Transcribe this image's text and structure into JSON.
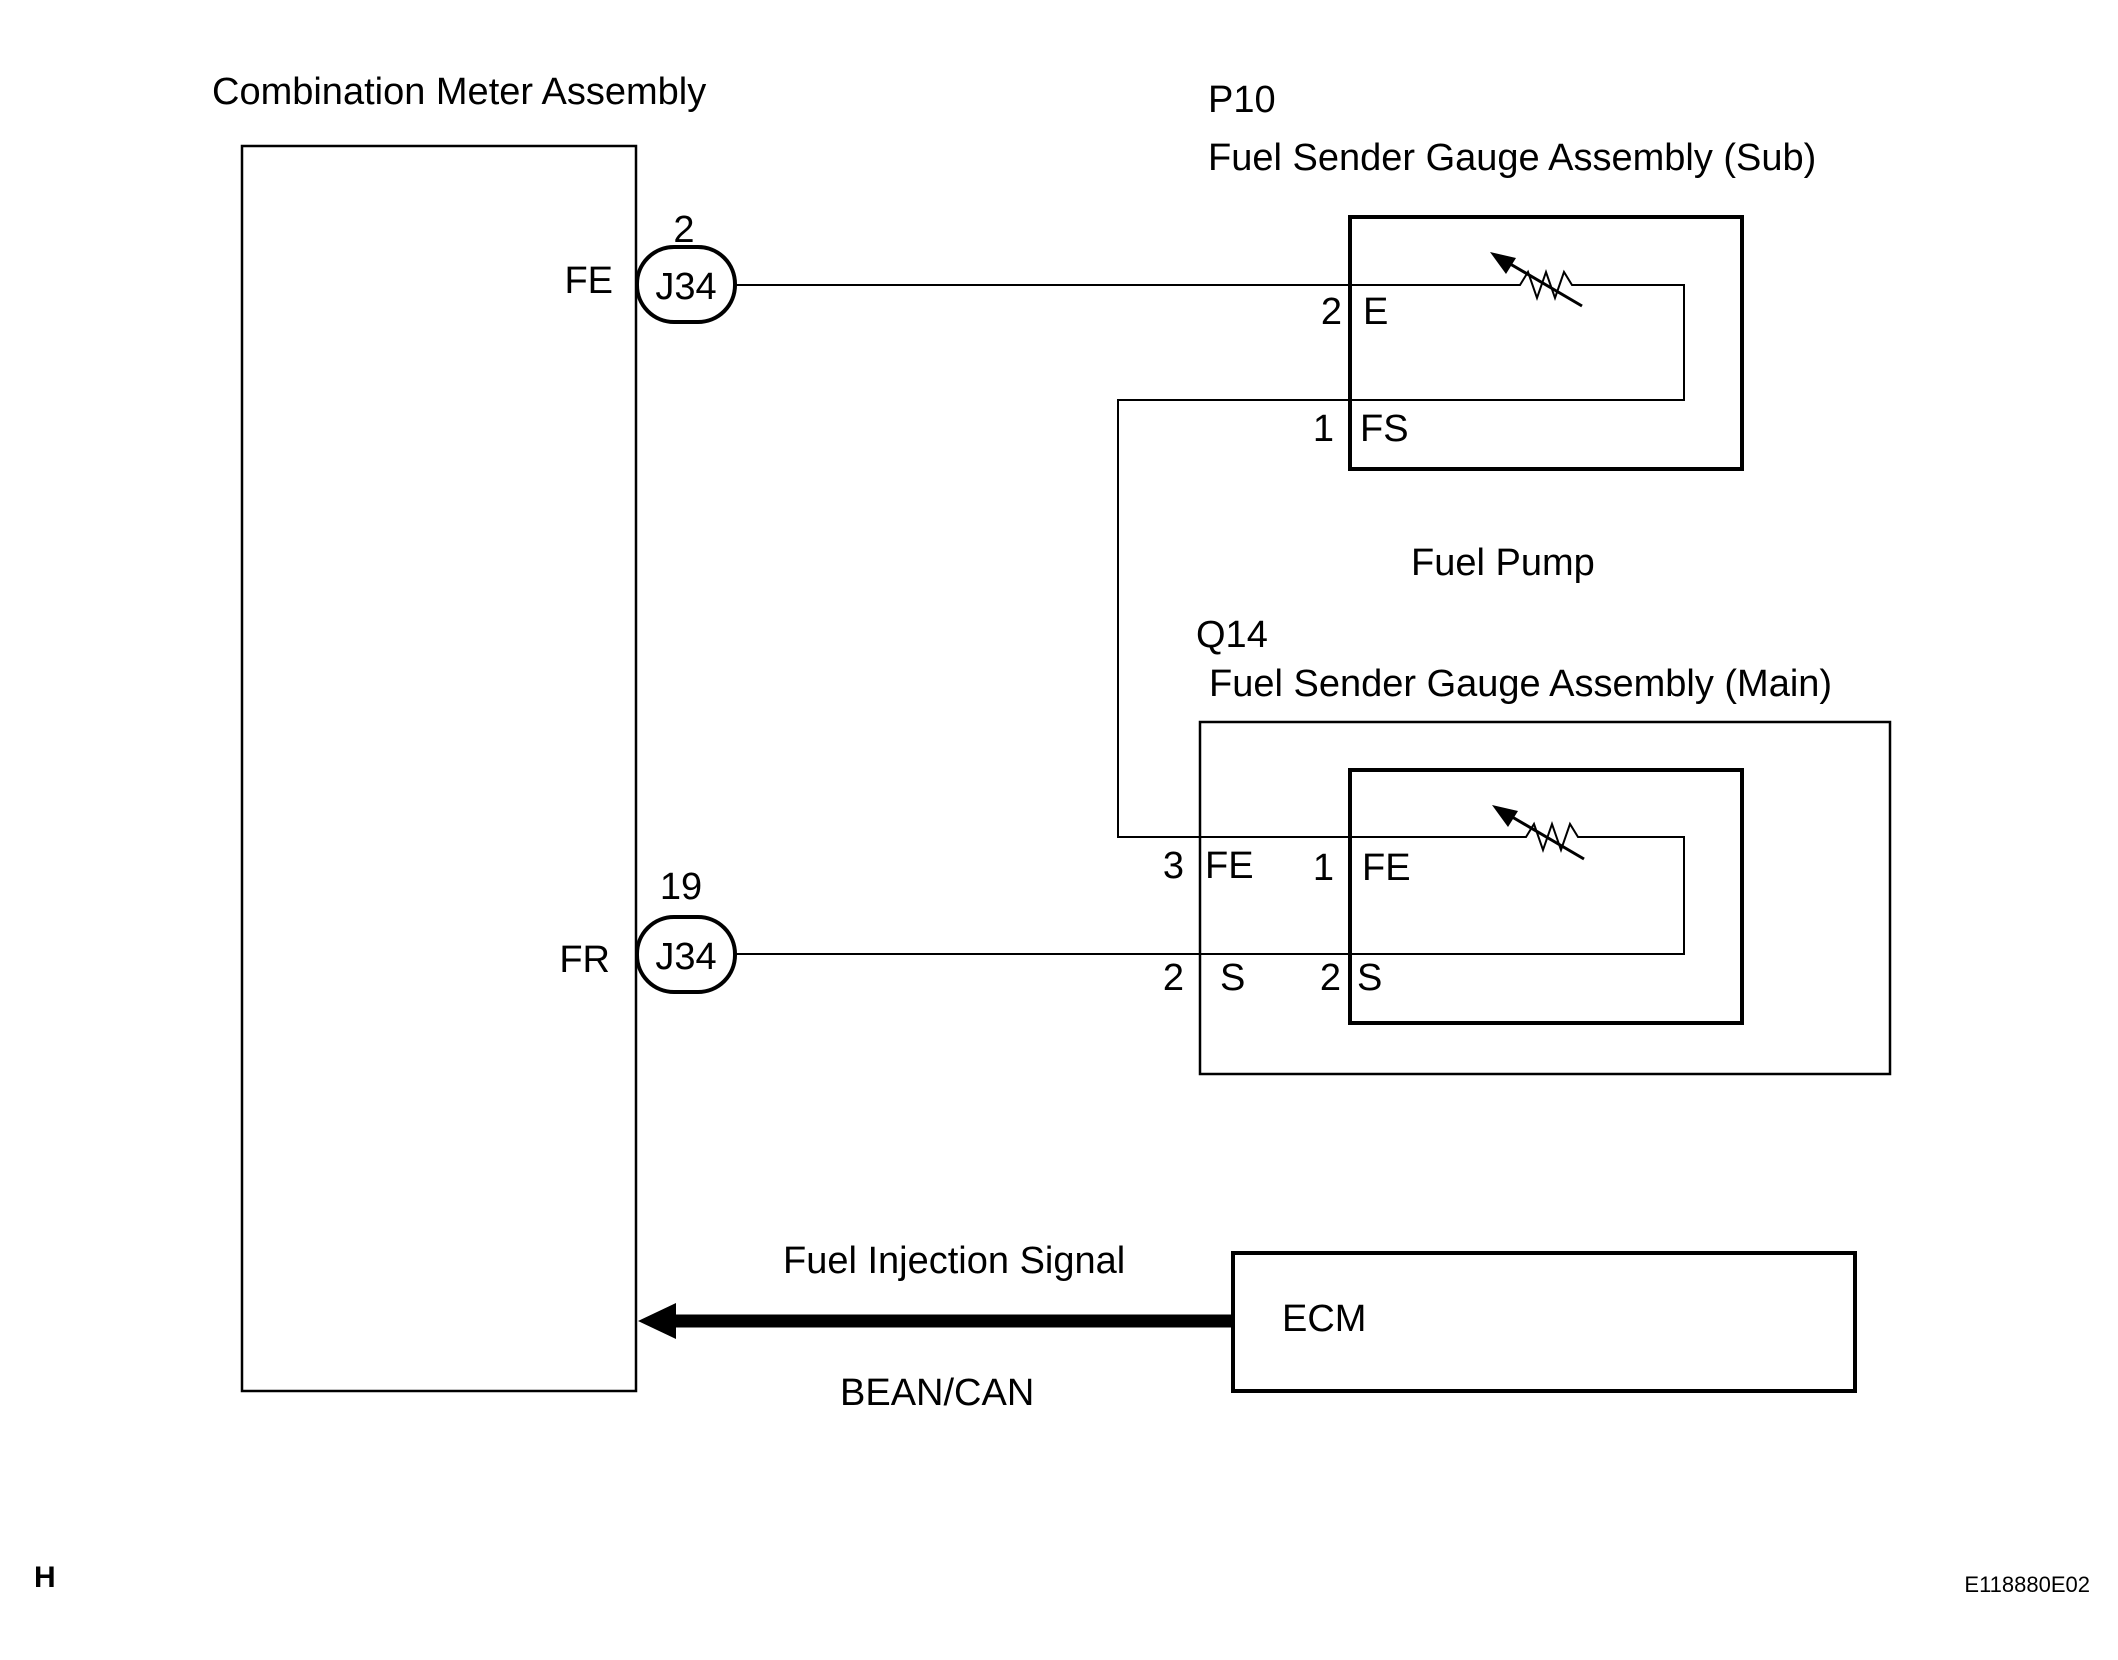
{
  "combination_meter": {
    "title": "Combination Meter Assembly",
    "pin_fe_label": "FE",
    "pin_fr_label": "FR"
  },
  "connector_top": {
    "name": "J34",
    "pin": "2"
  },
  "connector_bottom": {
    "name": "J34",
    "pin": "19"
  },
  "sender_sub": {
    "code": "P10",
    "title": "Fuel Sender Gauge Assembly (Sub)",
    "pin_e_num": "2",
    "pin_e_label": "E",
    "pin_fs_num": "1",
    "pin_fs_label": "FS"
  },
  "fuel_pump": {
    "label": "Fuel Pump"
  },
  "sender_main": {
    "code": "Q14",
    "title": "Fuel Sender Gauge Assembly (Main)",
    "outer_fe_num": "3",
    "outer_fe_label": "FE",
    "outer_s_num": "2",
    "outer_s_label": "S",
    "inner_fe_num": "1",
    "inner_fe_label": "FE",
    "inner_s_num": "2",
    "inner_s_label": "S"
  },
  "ecm": {
    "label": "ECM",
    "signal_label": "Fuel Injection Signal",
    "bus_label": "BEAN/CAN"
  },
  "footer": {
    "left_mark": "H",
    "figure_id": "E118880E02"
  }
}
